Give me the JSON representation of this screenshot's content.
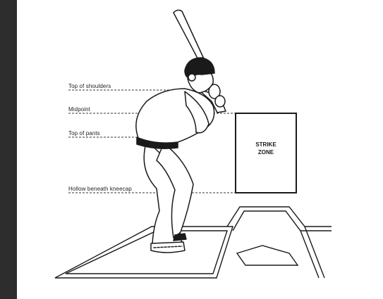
{
  "viewer": {
    "rail_color": "#2d2d2d",
    "page_color": "#ffffff"
  },
  "figure": {
    "callouts": [
      {
        "label": "Top of shoulders"
      },
      {
        "label": "Midpoint"
      },
      {
        "label": "Top of pants"
      },
      {
        "label": "Hollow beneath kneecap"
      }
    ],
    "strike_zone": {
      "line1": "STRIKE",
      "line2": "ZONE"
    },
    "ink_color": "#1a1a1a"
  }
}
